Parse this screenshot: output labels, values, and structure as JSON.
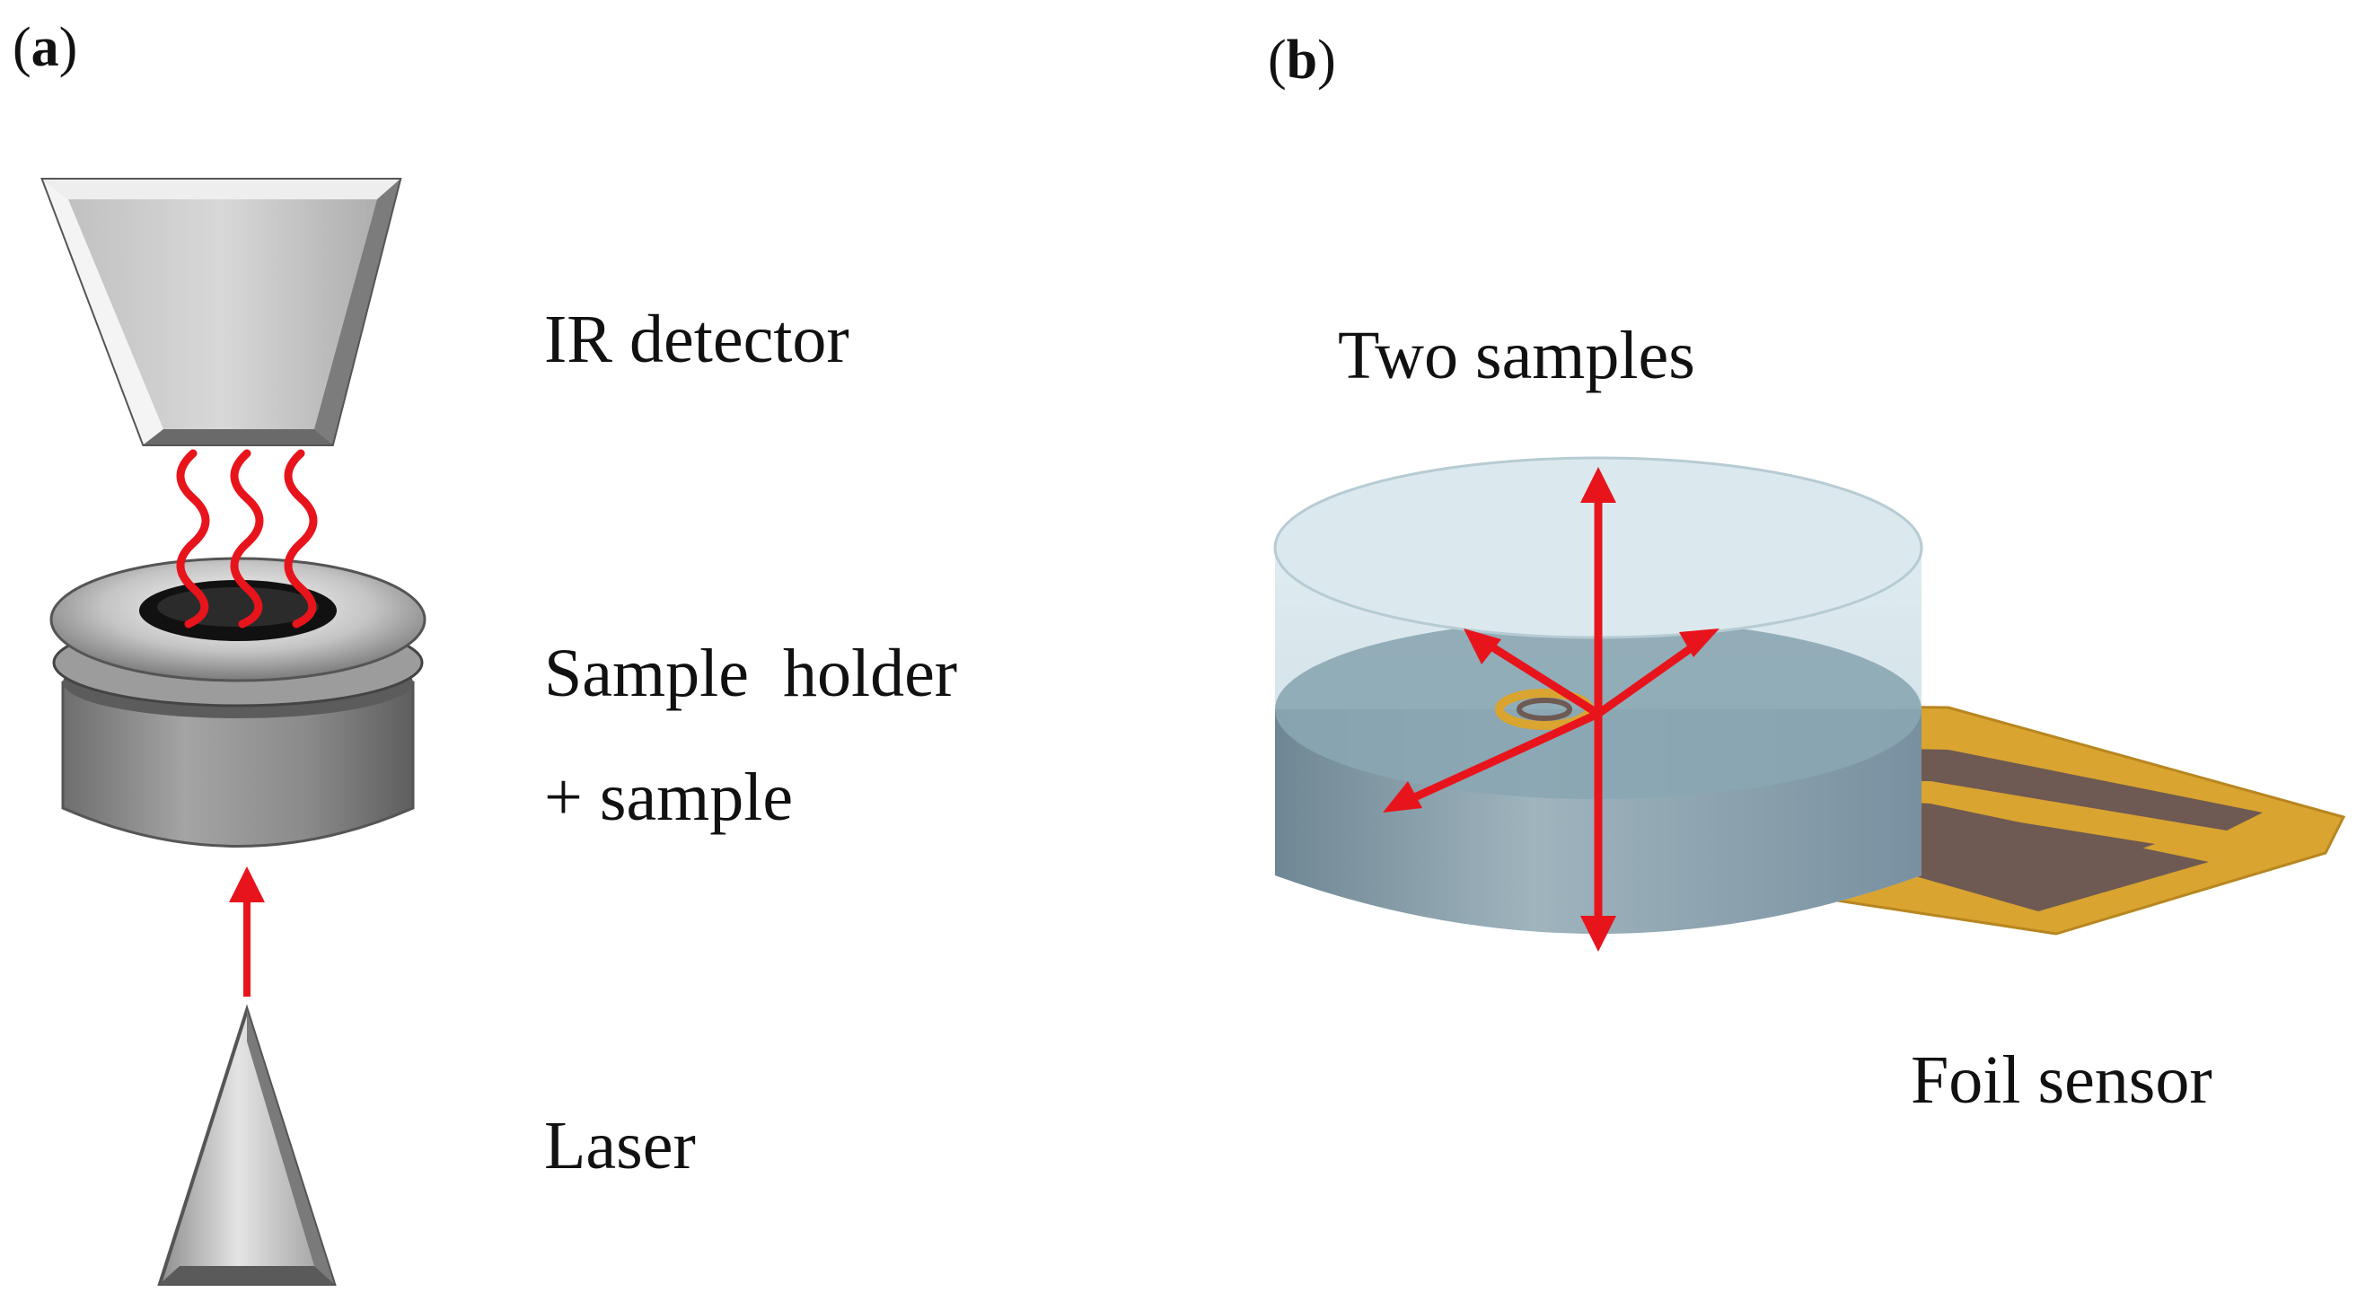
{
  "panel_a": {
    "label_open": "(",
    "label_letter": "a",
    "label_close": ")",
    "ir_detector": "IR detector",
    "sample_holder_line1": "Sample  holder",
    "sample_holder_line2": "+ sample",
    "laser": "Laser"
  },
  "panel_b": {
    "label_open": "(",
    "label_letter": "b",
    "label_close": ")",
    "two_samples": "Two samples",
    "foil_sensor": "Foil sensor"
  },
  "colors": {
    "heat_wave": "#e8141c",
    "gray_body": "#9a9a9a",
    "cylinder_top": "#c9dde4",
    "cylinder_side": "#7f97a3",
    "foil_gold": "#d9a430",
    "foil_trace": "#6e5a52"
  }
}
